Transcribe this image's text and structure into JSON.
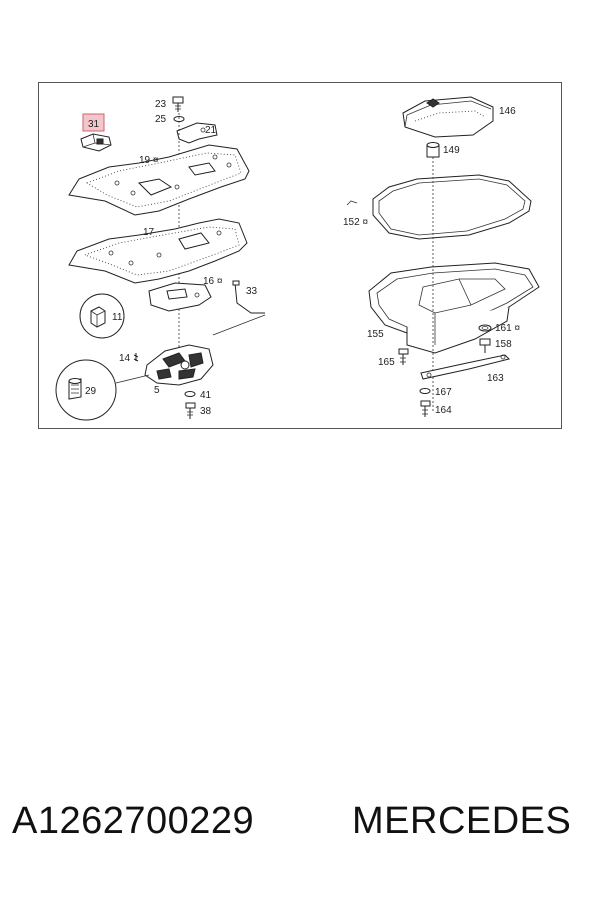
{
  "diagram": {
    "highlight_color": "#e8a0a8",
    "callouts": {
      "c31": "31",
      "c23": "23",
      "c25": "25",
      "c21": "21",
      "c19": "19 ¤",
      "c17": "17",
      "c16": "16 ¤",
      "c33": "33",
      "c11": "11",
      "c14": "14",
      "c29": "29",
      "c5": "5",
      "c41": "41",
      "c38": "38",
      "c146": "146",
      "c149": "149",
      "c152": "152 ¤",
      "c155": "155",
      "c161": "161 ¤",
      "c158": "158",
      "c165": "165",
      "c163": "163",
      "c167": "167",
      "c164": "164"
    }
  },
  "footer": {
    "part_number": "A1262700229",
    "brand": "MERCEDES"
  }
}
